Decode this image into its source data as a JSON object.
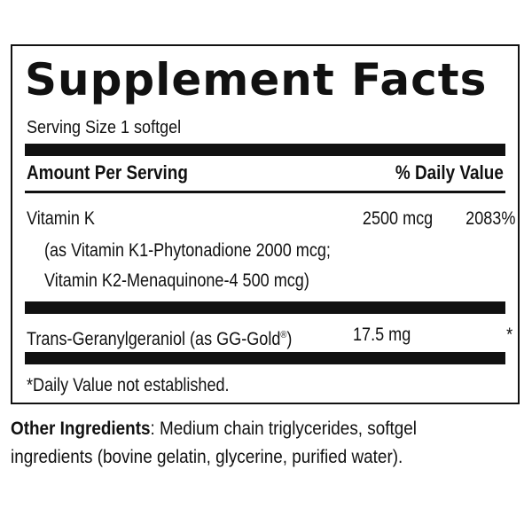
{
  "label": {
    "title": "Supplement Facts",
    "serving_size": "Serving Size 1 softgel",
    "header": {
      "amount_per_serving": "Amount Per Serving",
      "daily_value": "% Daily Value"
    },
    "rows": [
      {
        "name": "Vitamin K",
        "detail_line1": "(as Vitamin K1-Phytonadione 2000 mcg;",
        "detail_line2": "Vitamin K2-Menaquinone-4 500 mcg)",
        "amount": "2500 mcg",
        "dv": "2083%"
      },
      {
        "name": "Trans-Geranylgeraniol (as GG-Gold",
        "registered": "®",
        "name_close": ")",
        "amount": "17.5 mg",
        "dv": "*"
      }
    ],
    "footnote": "*Daily Value not established."
  },
  "other_ingredients": {
    "label": "Other Ingredients",
    "text": ": Medium chain triglycerides, softgel",
    "text_line2": "ingredients (bovine gelatin, glycerine, purified water)."
  }
}
